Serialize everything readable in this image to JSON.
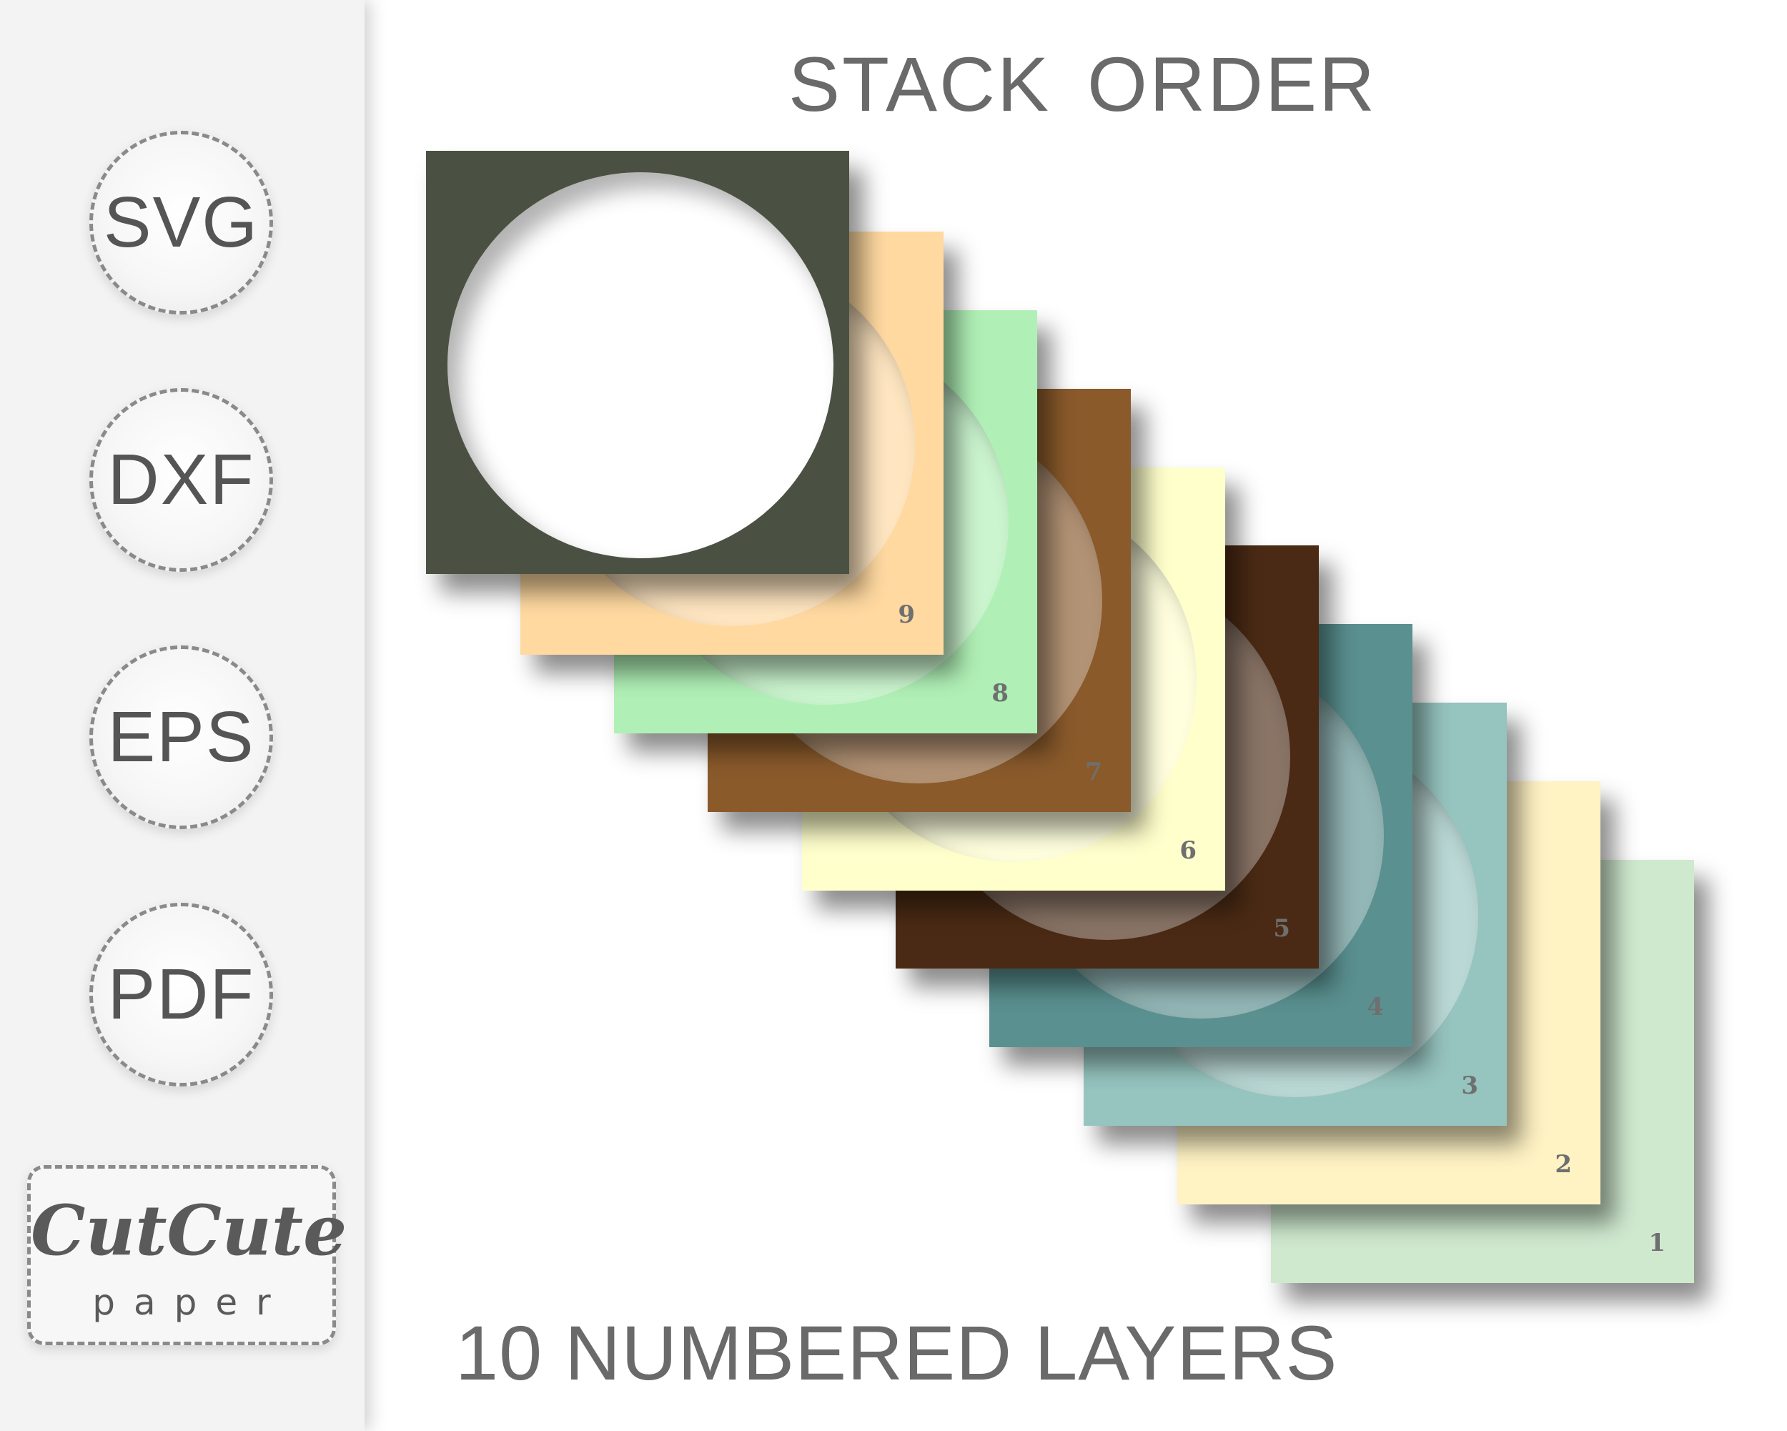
{
  "sidebar": {
    "formats": [
      {
        "label": "SVG"
      },
      {
        "label": "DXF"
      },
      {
        "label": "EPS"
      },
      {
        "label": "PDF"
      }
    ],
    "logo": {
      "name": "CutCute",
      "sub": "paper"
    }
  },
  "main": {
    "title": "STACK ORDER",
    "subtitle": "10 NUMBERED LAYERS",
    "layers": [
      {
        "number": "1",
        "color": "#cfe9cf"
      },
      {
        "number": "2",
        "color": "#fff3c4"
      },
      {
        "number": "3",
        "color": "#96c4bf"
      },
      {
        "number": "4",
        "color": "#5a9090"
      },
      {
        "number": "5",
        "color": "#4a2a14"
      },
      {
        "number": "6",
        "color": "#ffffcc"
      },
      {
        "number": "7",
        "color": "#8a5a2b"
      },
      {
        "number": "8",
        "color": "#b0f0b6"
      },
      {
        "number": "9",
        "color": "#ffd9a0"
      },
      {
        "number": "",
        "color": "#4a5142"
      }
    ]
  }
}
